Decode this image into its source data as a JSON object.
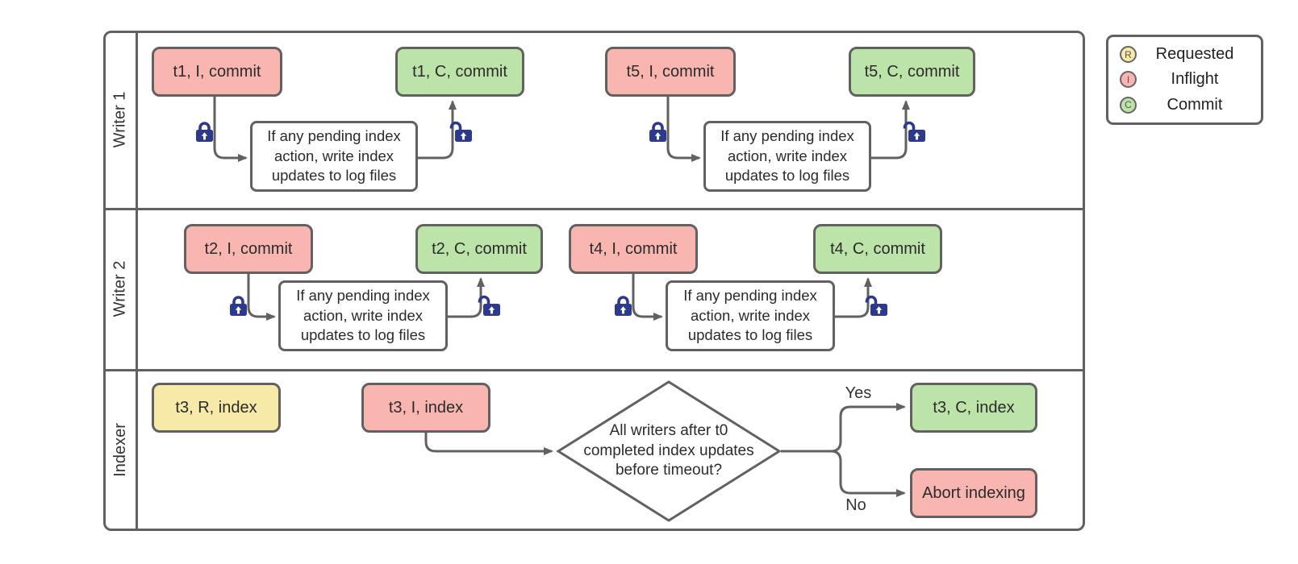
{
  "legend": {
    "items": [
      {
        "symbol": "R",
        "label": "Requested",
        "fill": "#f7e9a8"
      },
      {
        "symbol": "I",
        "label": "Inflight",
        "fill": "#f9b5b0"
      },
      {
        "symbol": "C",
        "label": "Commit",
        "fill": "#bce3a8"
      }
    ]
  },
  "colors": {
    "requested_fill": "#f7e9a8",
    "inflight_fill": "#f9b5b0",
    "commit_fill": "#bce3a8",
    "stroke_gray": "#616161",
    "lock_navy": "#2d3a8c"
  },
  "lanes": [
    {
      "label": "Writer 1",
      "nodes": {
        "start1": "t1, I, commit",
        "end1": "t1, C, commit",
        "process1": "If any pending index action, write index updates to log files",
        "start2": "t5, I, commit",
        "end2": "t5, C, commit",
        "process2": "If any pending index action, write index updates to log files"
      }
    },
    {
      "label": "Writer 2",
      "nodes": {
        "start1": "t2, I, commit",
        "end1": "t2, C, commit",
        "process1": "If any pending index action, write index updates to log files",
        "start2": "t4, I, commit",
        "end2": "t4, C, commit",
        "process2": "If any pending index action, write index updates to log files"
      }
    },
    {
      "label": "Indexer",
      "nodes": {
        "requested": "t3, R, index",
        "inflight": "t3, I, index",
        "decision": "All writers after t0 completed index updates before timeout?",
        "yes_label": "Yes",
        "no_label": "No",
        "commit": "t3, C, index",
        "abort": "Abort indexing"
      }
    }
  ]
}
